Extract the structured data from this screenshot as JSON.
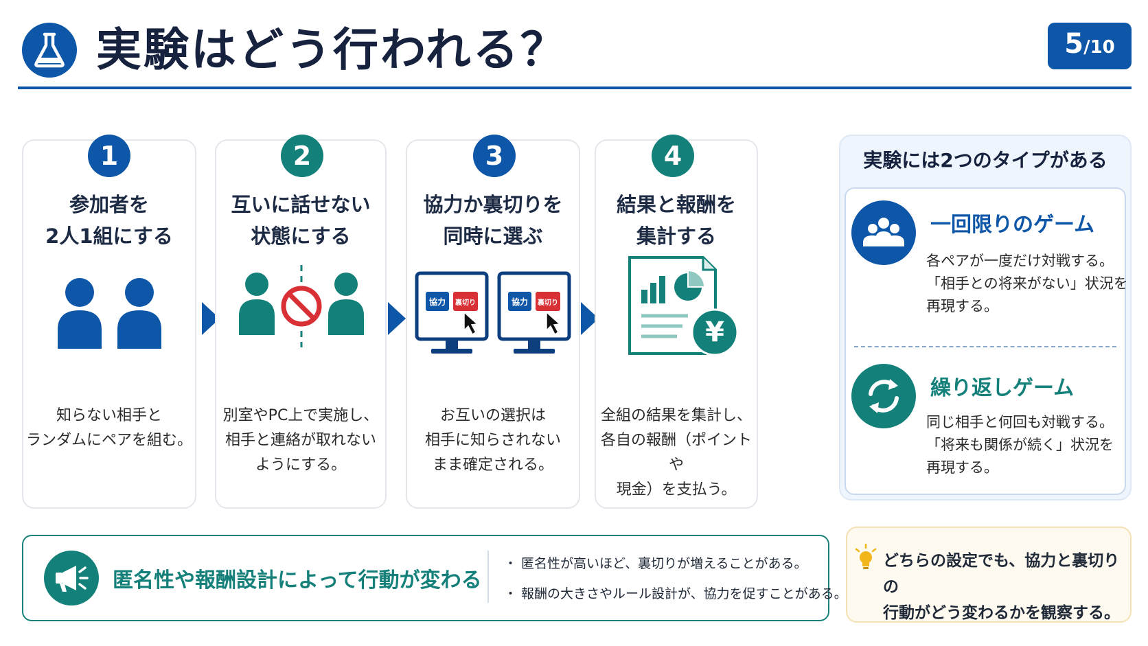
{
  "header": {
    "title": "実験はどう行われる？",
    "page_current": "5",
    "page_total": "/10",
    "logo_icon": "flask-icon"
  },
  "steps": [
    {
      "number": "1",
      "title_lines": [
        "参加者を",
        "2人1組にする"
      ],
      "desc_lines": [
        "知らない相手と",
        "ランダムにペアを組む。"
      ],
      "icon": "pair-people-icon"
    },
    {
      "number": "2",
      "title_lines": [
        "互いに話せない",
        "状態にする"
      ],
      "desc_lines": [
        "別室やPC上で実施し、",
        "相手と連絡が取れない",
        "ようにする。"
      ],
      "icon": "no-communication-icon"
    },
    {
      "number": "3",
      "title_lines": [
        "協力か裏切りを",
        "同時に選ぶ"
      ],
      "desc_lines": [
        "お互いの選択は",
        "相手に知らされない",
        "まま確定される。"
      ],
      "icon": "computer-choice-icon",
      "screen_buttons": {
        "cooperate": "協力",
        "betray": "裏切り"
      }
    },
    {
      "number": "4",
      "title_lines": [
        "結果と報酬を",
        "集計する"
      ],
      "desc_lines": [
        "全組の結果を集計し、",
        "各自の報酬（ポイントや",
        "現金）を支払う。"
      ],
      "icon": "report-yen-icon",
      "currency_symbol": "¥"
    }
  ],
  "types_panel": {
    "title": "実験には2つのタイプがある",
    "items": [
      {
        "name": "一回限りのゲーム",
        "desc_lines": [
          "各ペアが一度だけ対戦する。",
          "「相手との将来がない」状況を",
          "再現する。"
        ],
        "icon": "group-icon"
      },
      {
        "name": "繰り返しゲーム",
        "desc_lines": [
          "同じ相手と何回も対戦する。",
          "「将来も関係が続く」状況を",
          "再現する。"
        ],
        "icon": "repeat-icon"
      }
    ]
  },
  "banner": {
    "title": "匿名性や報酬設計によって行動が変わる",
    "icon": "megaphone-icon",
    "bullets": [
      "・ 匿名性が高いほど、裏切りが増えることがある。",
      "・ 報酬の大きさやルール設計が、協力を促すことがある。"
    ]
  },
  "note": {
    "lines": [
      "どちらの設定でも、協力と裏切りの",
      "行動がどう変わるかを観察する。"
    ],
    "icon": "lightbulb-icon"
  },
  "colors": {
    "blue": "#0d56a8",
    "teal": "#14807a",
    "red": "#d93035",
    "gold": "#f2b51a"
  }
}
